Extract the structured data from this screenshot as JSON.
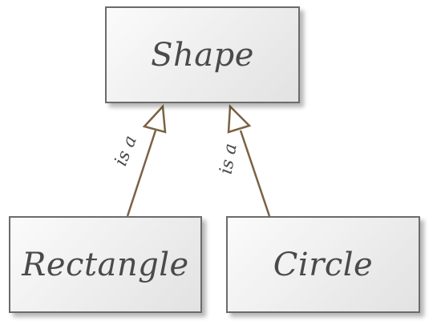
{
  "diagram": {
    "nodes": {
      "parent": {
        "label": "Shape"
      },
      "left_child": {
        "label": "Rectangle"
      },
      "right_child": {
        "label": "Circle"
      }
    },
    "edges": [
      {
        "from": "Rectangle",
        "to": "Shape",
        "label": "is a",
        "type": "inheritance"
      },
      {
        "from": "Circle",
        "to": "Shape",
        "label": "is a",
        "type": "inheritance"
      }
    ],
    "colors": {
      "edge": "#7a6244",
      "box_border": "#6b6b6b",
      "text": "#4a4a4a"
    }
  }
}
